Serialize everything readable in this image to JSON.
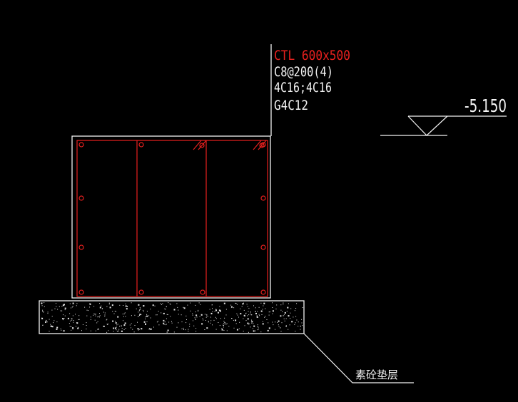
{
  "drawing": {
    "beam_label": {
      "code": "CTL 600x500",
      "stirrups": "C8@200(4)",
      "main_bars": "4C16;4C16",
      "side_bars": "G4C12"
    },
    "elevation": "-5.150",
    "bedding_note": "素砼垫层"
  },
  "colors": {
    "background": "#000000",
    "outline": "#f2f2f2",
    "rebar": "#e8201e",
    "leader": "#f2f2f2"
  }
}
